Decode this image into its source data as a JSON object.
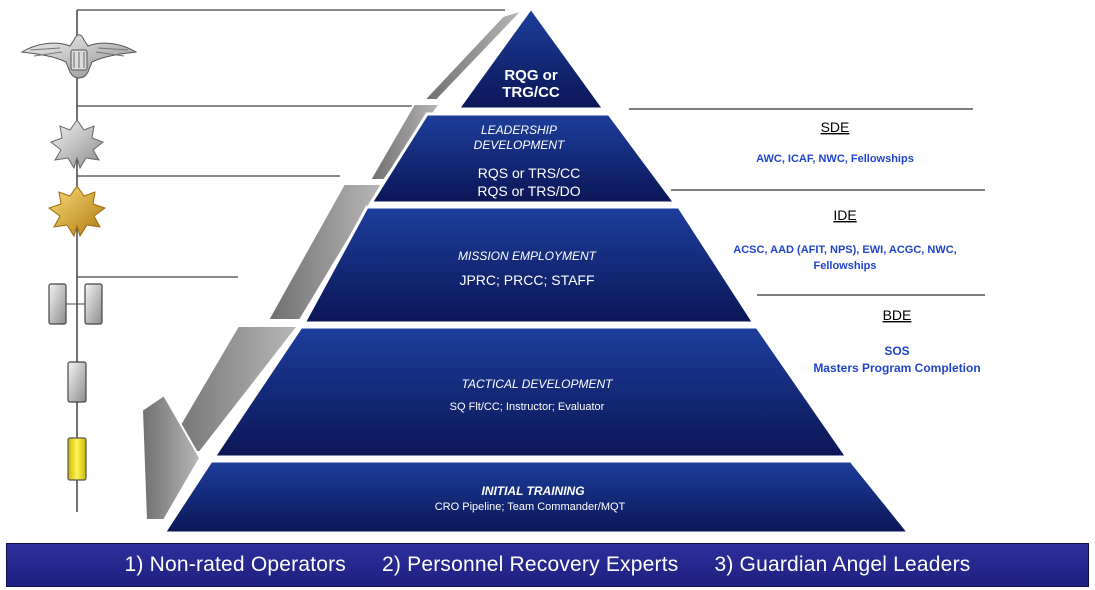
{
  "tiers": [
    {
      "heading": "RQG or TRG/CC",
      "line1": "RQG or",
      "line2": "TRG/CC"
    },
    {
      "category": "LEADERSHIP DEVELOPMENT",
      "category_line1": "LEADERSHIP",
      "category_line2": "DEVELOPMENT",
      "roles_line1": "RQS or TRS/CC",
      "roles_line2": "RQS or TRS/DO"
    },
    {
      "category": "MISSION EMPLOYMENT",
      "roles": "JPRC;  PRCC;  STAFF"
    },
    {
      "category": "TACTICAL DEVELOPMENT",
      "roles": "SQ Flt/CC; Instructor; Evaluator"
    },
    {
      "category": "INITIAL TRAINING",
      "roles": "CRO Pipeline; Team Commander/MQT"
    }
  ],
  "education": {
    "sde": {
      "title": "SDE",
      "text": "AWC, ICAF, NWC, Fellowships"
    },
    "ide": {
      "title": "IDE",
      "text_line1": "ACSC, AAD (AFIT, NPS), EWI, ACGC, NWC,",
      "text_line2": "Fellowships"
    },
    "bde": {
      "title": "BDE",
      "text_line1": "SOS",
      "text_line2": "Masters Program Completion"
    }
  },
  "rank_insignia": [
    "eagle-icon",
    "silver-oak-leaf-icon",
    "gold-oak-leaf-icon",
    "double-silver-bar-icon",
    "single-silver-bar-icon",
    "gold-bar-icon"
  ],
  "bottom_bar": {
    "item1": "1) Non-rated  Operators",
    "item2": "2) Personnel  Recovery  Experts",
    "item3": "3) Guardian  Angel  Leaders"
  },
  "colors": {
    "tier_dark": "#0f1a5c",
    "tier_light": "#1e3f9e",
    "edu_text": "#2244cc",
    "bar": "#25268a"
  }
}
